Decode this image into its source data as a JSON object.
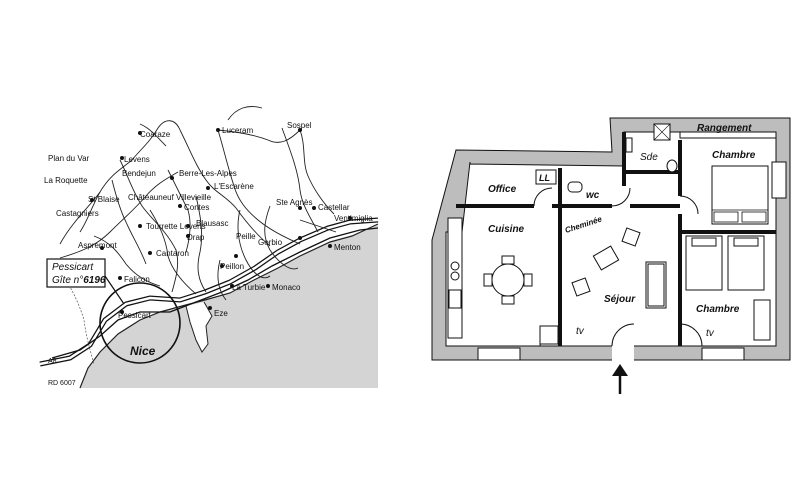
{
  "map": {
    "towns": [
      {
        "id": "coaraze",
        "label": "Coaraze"
      },
      {
        "id": "luceram",
        "label": "Luceram"
      },
      {
        "id": "sospel",
        "label": "Sospel"
      },
      {
        "id": "plan-du-var",
        "label": "Plan du Var"
      },
      {
        "id": "levens",
        "label": "Levens"
      },
      {
        "id": "bendejun",
        "label": "Bendejun"
      },
      {
        "id": "berre-les-alpes",
        "label": "Berre-Les-Alpes"
      },
      {
        "id": "la-roquette",
        "label": "La Roquette"
      },
      {
        "id": "lescarene",
        "label": "L'Escarène"
      },
      {
        "id": "st-blaise",
        "label": "St Blaise"
      },
      {
        "id": "chateauneuf",
        "label": "Châteauneuf Villevieille"
      },
      {
        "id": "contes",
        "label": "Contes"
      },
      {
        "id": "castagniers",
        "label": "Castagniers"
      },
      {
        "id": "ste-agnes",
        "label": "Ste Agnès"
      },
      {
        "id": "castellar",
        "label": "Castellar"
      },
      {
        "id": "ventimiglia",
        "label": "Ventimiglia"
      },
      {
        "id": "tourrette",
        "label": "Tourrette Levens"
      },
      {
        "id": "blausasc",
        "label": "Blausasc"
      },
      {
        "id": "drap",
        "label": "Drap"
      },
      {
        "id": "aspremont",
        "label": "Aspremont"
      },
      {
        "id": "peille",
        "label": "Peille"
      },
      {
        "id": "gorbio",
        "label": "Gorbio"
      },
      {
        "id": "menton",
        "label": "Menton"
      },
      {
        "id": "cantaron",
        "label": "Cantaron"
      },
      {
        "id": "peillon",
        "label": "Peillon"
      },
      {
        "id": "falicon",
        "label": "Falicon"
      },
      {
        "id": "la-turbie",
        "label": "La Turbie"
      },
      {
        "id": "monaco",
        "label": "Monaco"
      },
      {
        "id": "pessicart",
        "label": "Pessicart"
      },
      {
        "id": "eze",
        "label": "Eze"
      },
      {
        "id": "nice",
        "label": "Nice"
      }
    ],
    "roads": {
      "motorway": "A8",
      "department": "RD 6007"
    },
    "location_box": {
      "line1": "Pessicart",
      "line2_prefix": "Gîte n°",
      "gite_number": "6196"
    }
  },
  "plan": {
    "rooms": {
      "rangement": "Rangement",
      "sde": "Sde",
      "chambre_1": "Chambre",
      "office": "Office",
      "ll": "LL",
      "wc": "wc",
      "cuisine": "Cuisine",
      "cheminee": "Cheminée",
      "sejour": "Séjour",
      "chambre_2": "Chambre",
      "tv_1": "tv",
      "tv_2": "tv"
    }
  }
}
